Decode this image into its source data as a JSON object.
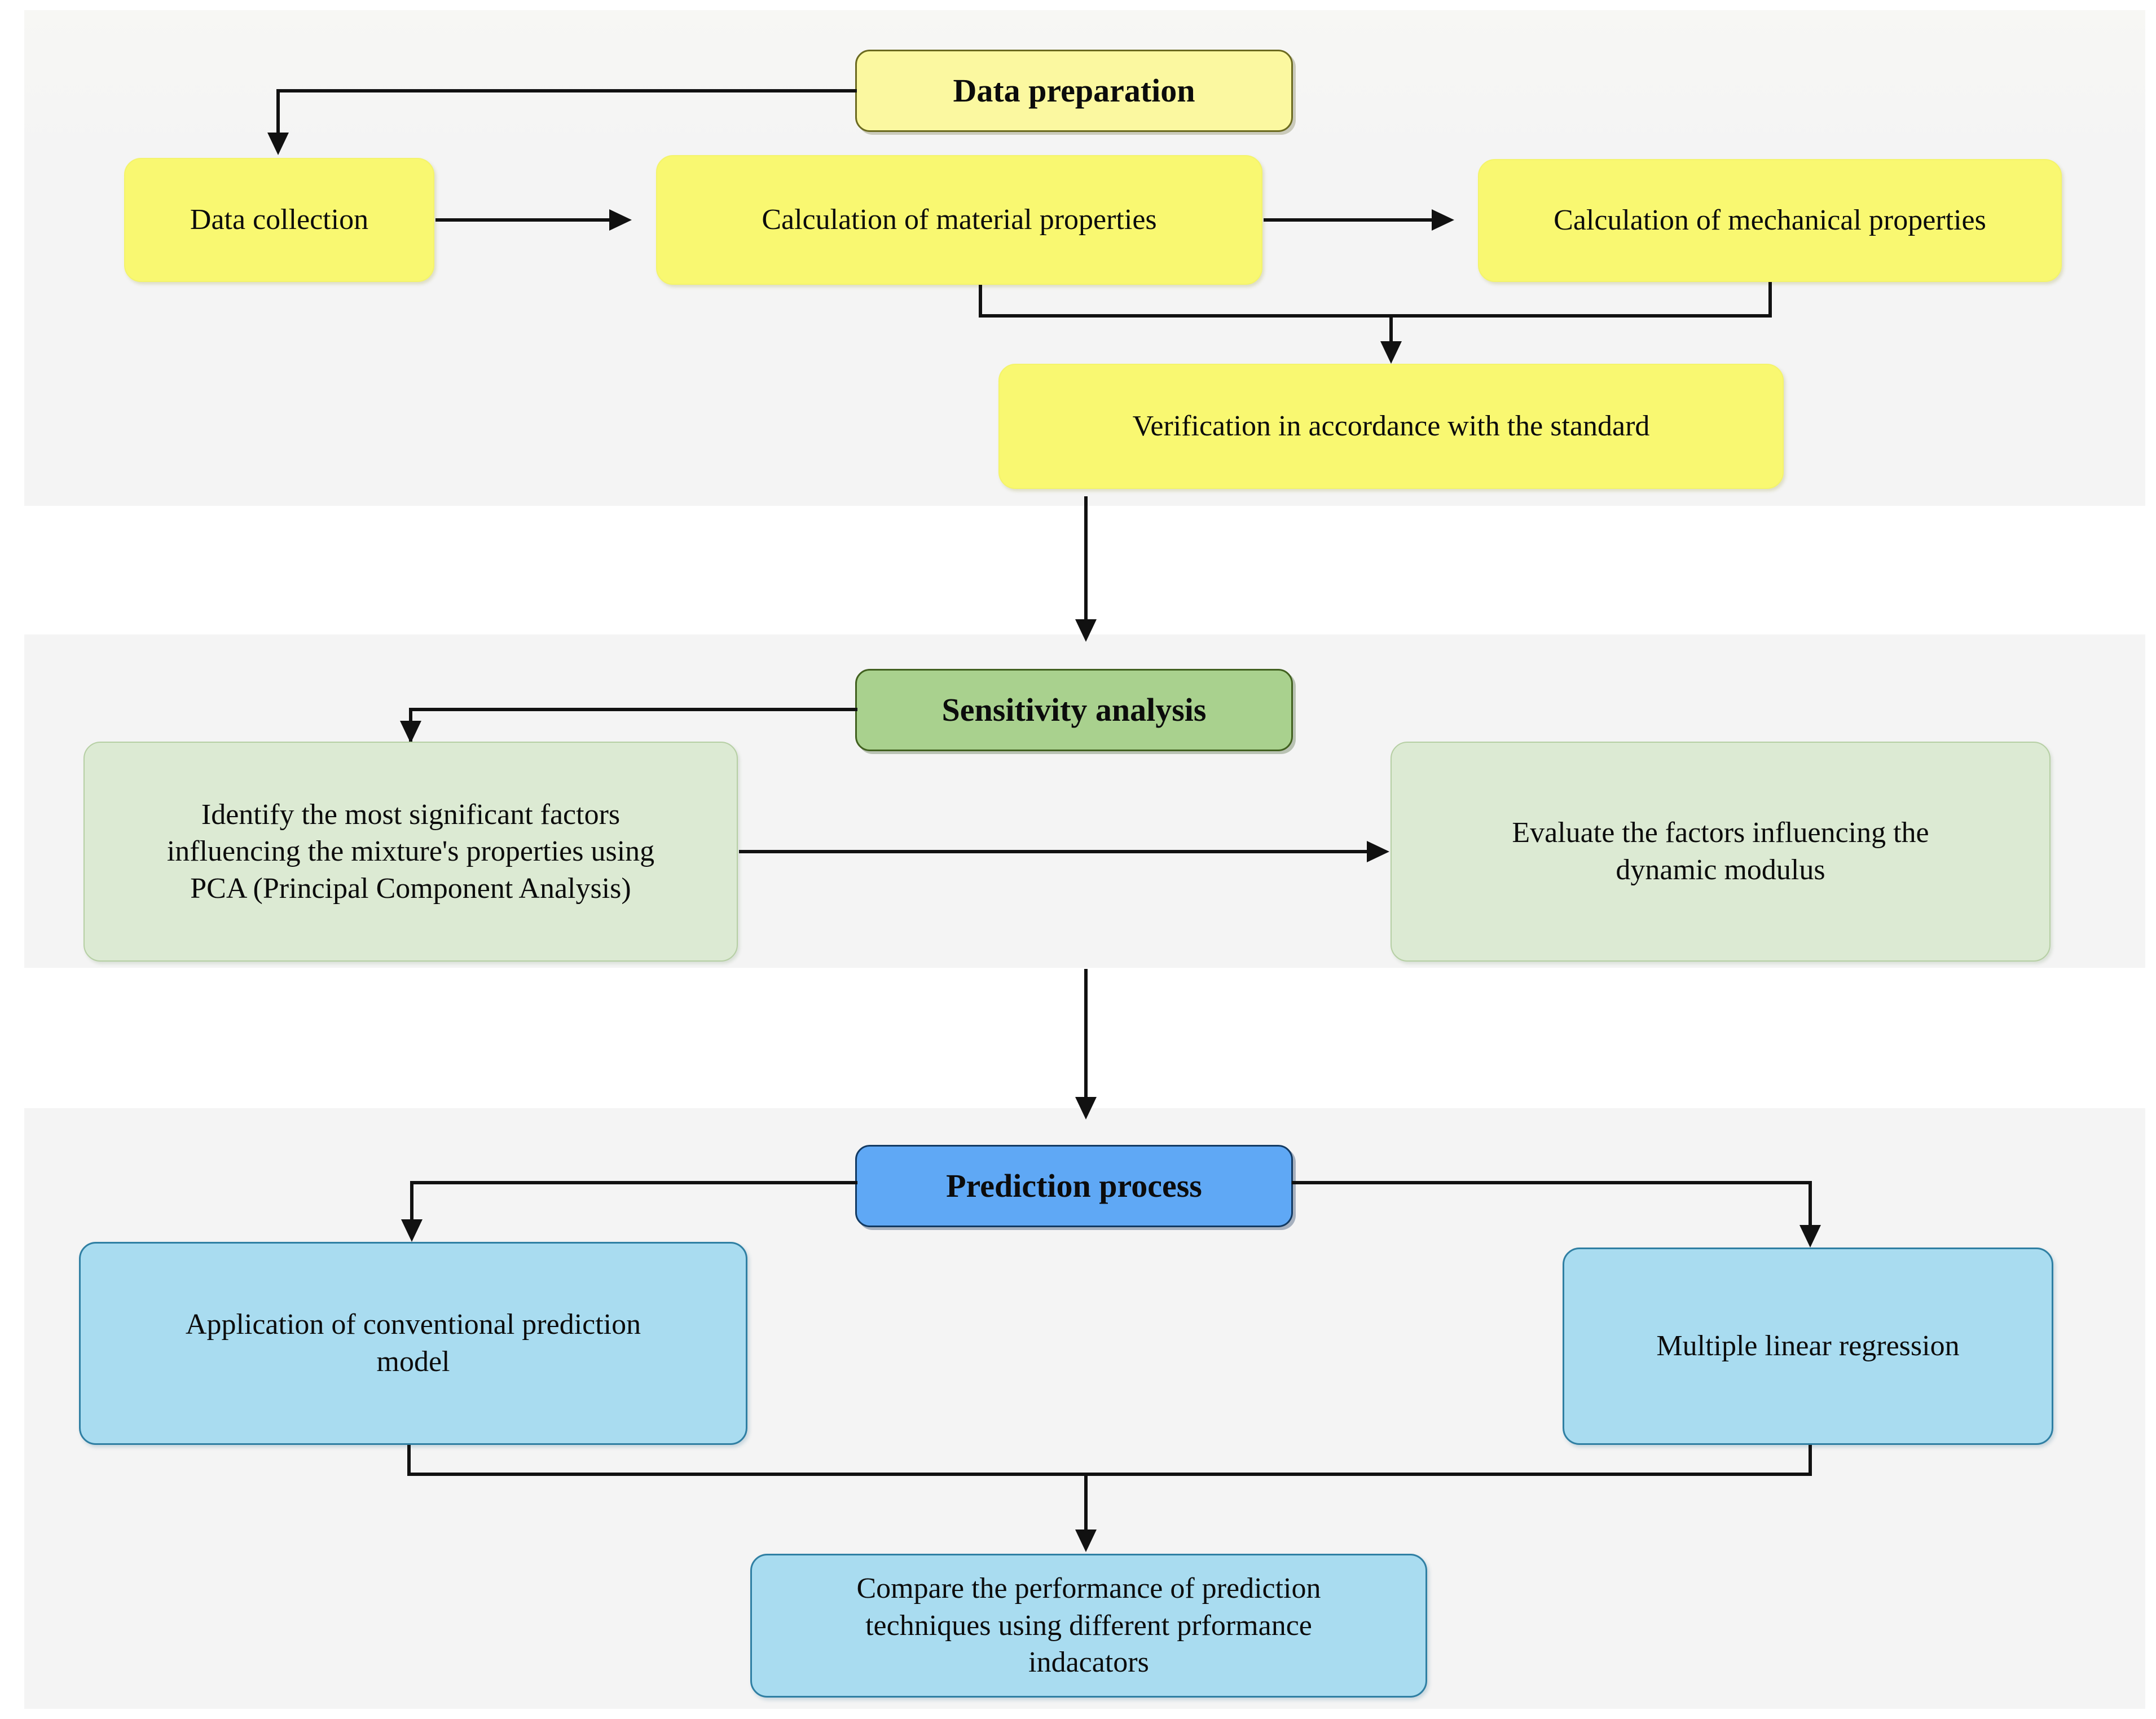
{
  "diagram": {
    "title": "Methodology flowchart",
    "sections": [
      {
        "id": "data-preparation",
        "header": "Data preparation",
        "accent": "#fbf8a0",
        "border": "#6b6a20",
        "node_fill": "#f9f871"
      },
      {
        "id": "sensitivity-analysis",
        "header": "Sensitivity analysis",
        "accent": "#a9d18e",
        "border": "#41601f",
        "node_fill": "#dcead3"
      },
      {
        "id": "prediction-process",
        "header": "Prediction process",
        "accent": "#5fa8f5",
        "border": "#123a63",
        "node_fill": "#a9dcf0"
      }
    ],
    "band_background": "#f4f4f4",
    "connector_color": "#111111"
  },
  "preparation": {
    "header": "Data preparation",
    "data_collection": "Data collection",
    "calculation_material": "Calculation of material properties",
    "calculation_mechanical": "Calculation of mechanical properties",
    "verification": "Verification in accordance with the standard"
  },
  "sensitivity": {
    "header": "Sensitivity analysis",
    "identify_factors_line1": "Identify the most significant factors",
    "identify_factors_line2": "influencing the mixture's properties using",
    "identify_factors_line3": "PCA (Principal Component Analysis)",
    "evaluate_factors_line1": "Evaluate the factors influencing the",
    "evaluate_factors_line2": "dynamic modulus"
  },
  "prediction": {
    "header": "Prediction process",
    "conventional_model_line1": "Application of conventional prediction",
    "conventional_model_line2": "model",
    "multiple_regression": "Multiple linear regression",
    "compare_line1": "Compare the performance of prediction",
    "compare_line2": "techniques using different prformance",
    "compare_line3": "indacators"
  }
}
